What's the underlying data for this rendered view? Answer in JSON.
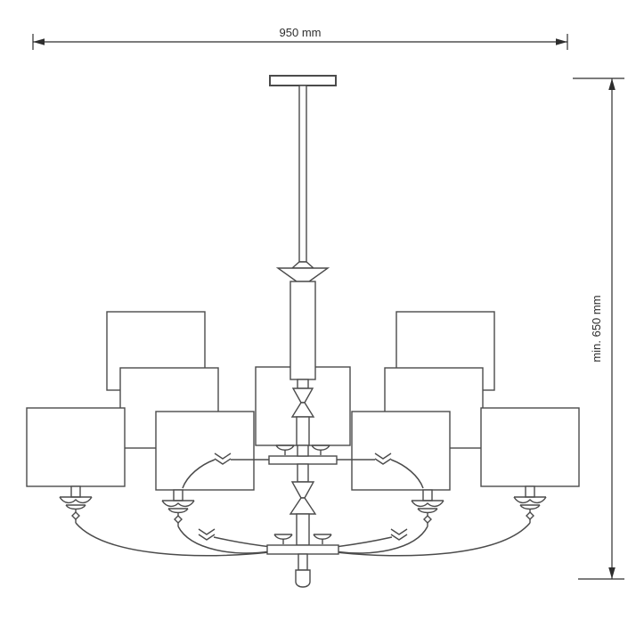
{
  "diagram": {
    "type": "technical-drawing",
    "subject": "two-tier chandelier with square shades"
  },
  "dimensions": {
    "width": {
      "label": "950 mm"
    },
    "height": {
      "label": "min. 650 mm"
    }
  },
  "colors": {
    "line": "#4b4b4b",
    "dimension": "#2e2e2e",
    "background": "#ffffff"
  }
}
